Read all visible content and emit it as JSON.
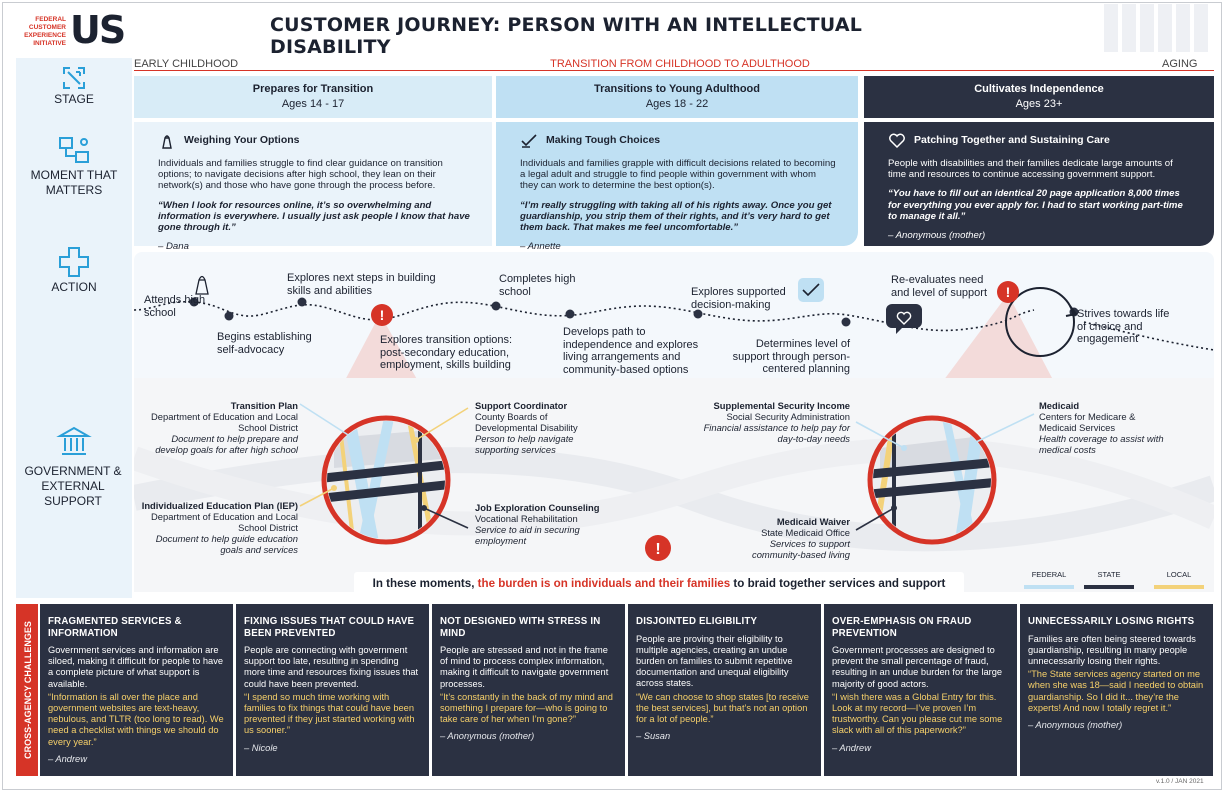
{
  "header": {
    "logo_small": "FEDERAL CUSTOMER EXPERIENCE INITIATIVE",
    "logo_big": "US",
    "title": "CUSTOMER JOURNEY: PERSON WITH AN INTELLECTUAL DISABILITY"
  },
  "rows": {
    "stage": "STAGE",
    "moment": "MOMENT THAT MATTERS",
    "action": "ACTION",
    "gov": "GOVERNMENT & EXTERNAL SUPPORT"
  },
  "axis": {
    "left": "EARLY CHILDHOOD",
    "middle": "TRANSITION FROM CHILDHOOD TO ADULTHOOD",
    "right": "AGING"
  },
  "stages": [
    {
      "title": "Prepares for Transition",
      "ages": "Ages 14 - 17"
    },
    {
      "title": "Transitions to Young Adulthood",
      "ages": "Ages 18 - 22"
    },
    {
      "title": "Cultivates Independence",
      "ages": "Ages 23+"
    }
  ],
  "moments": [
    {
      "heading": "Weighing Your Options",
      "body": "Individuals and families struggle to find clear guidance on transition options; to navigate decisions after high school, they lean on their network(s) and those who have gone through the process before.",
      "quote": "“When I look for resources online, it’s so overwhelming and information is everywhere. I usually just ask people I know that have gone through it.”",
      "author": "– Dana"
    },
    {
      "heading": "Making Tough Choices",
      "body": "Individuals and families grapple with difficult decisions related to becoming a legal adult and struggle to find people within government with whom they can work to determine the best option(s).",
      "quote": "“I’m really struggling with taking all of his rights away. Once you get guardianship, you strip them of their rights, and it’s very hard to get them back. That makes me feel uncomfortable.”",
      "author": "– Annette"
    },
    {
      "heading": "Patching Together and Sustaining Care",
      "body": "People with disabilities and their families dedicate large amounts of time and resources to continue accessing government support.",
      "quote": "“You have to fill out an identical 20 page application 8,000 times for everything you ever apply for. I had to start working part-time to manage it all.”",
      "author": "– Anonymous (mother)"
    }
  ],
  "actions": {
    "a1": "Attends high school",
    "a2": "Begins establishing self-advocacy",
    "a3": "Explores next steps in building skills and abilities",
    "a4": "Explores transition options: post-secondary education, employment, skills building",
    "a5": "Completes high school",
    "a6": "Develops path to independence and explores living arrangements and community-based options",
    "a7": "Explores supported decision-making",
    "a8": "Determines level of support through person-centered planning",
    "a9": "Re-evaluates need and level of support",
    "a10": "Strives towards life of choice and engagement"
  },
  "gov": {
    "g1": {
      "name": "Transition Plan",
      "org": "Department of Education and Local School District",
      "desc": "Document to help prepare and develop goals for after high school"
    },
    "g2": {
      "name": "Individualized Education Plan (IEP)",
      "org": "Department of Education and Local School District",
      "desc": "Document to help guide education goals and services"
    },
    "g3": {
      "name": "Support Coordinator",
      "org": "County Boards of Developmental Disability",
      "desc": "Person to help navigate supporting services"
    },
    "g4": {
      "name": "Job Exploration Counseling",
      "org": "Vocational Rehabilitation",
      "desc": "Service to aid in securing employment"
    },
    "g5": {
      "name": "Supplemental Security Income",
      "org": "Social Security Administration",
      "desc": "Financial assistance to help pay for day-to-day needs"
    },
    "g6": {
      "name": "Medicaid Waiver",
      "org": "State Medicaid Office",
      "desc": "Services to support community-based living"
    },
    "g7": {
      "name": "Medicaid",
      "org": "Centers for Medicare & Medicaid Services",
      "desc": "Health coverage to assist with medical costs"
    }
  },
  "legend": {
    "federal": "FEDERAL",
    "state": "STATE",
    "local": "LOCAL",
    "colors": {
      "federal": "#bfe0f3",
      "state": "#2b3142",
      "local": "#f3d27a"
    }
  },
  "burden": {
    "pre": "In these moments, ",
    "red": "the burden is on individuals and their families",
    "post": " to braid together services and support"
  },
  "challenges_label": "CROSS-AGENCY CHALLENGES",
  "challenges": [
    {
      "title": "FRAGMENTED SERVICES & INFORMATION",
      "body": "Government services and information are siloed, making it difficult for people to have a complete picture of what support is available.",
      "quote": "“Information is all over the place and government websites are text-heavy, nebulous, and TLTR (too long to read). We need a checklist with things we should do every year.”",
      "author": "– Andrew"
    },
    {
      "title": "FIXING ISSUES THAT COULD HAVE BEEN PREVENTED",
      "body": "People are connecting with government support too late, resulting in spending more time and resources fixing issues that could have been prevented.",
      "quote": "“I spend so much time working with families to fix things that could have been prevented if they just started working with us sooner.”",
      "author": "– Nicole"
    },
    {
      "title": "NOT DESIGNED WITH STRESS IN MIND",
      "body": "People are stressed and not in the frame of mind to process complex information, making it difficult to navigate government processes.",
      "quote": "“It’s constantly in the back of my mind and something I prepare for—who is going to take care of her when I’m gone?”",
      "author": "– Anonymous (mother)"
    },
    {
      "title": "DISJOINTED ELIGIBILITY",
      "body": "People are proving their eligibility to multiple agencies, creating an undue burden on families to submit repetitive documentation and unequal eligibility across states.",
      "quote": "“We can choose to shop states [to receive the best services], but that’s not an option for a lot of people.”",
      "author": "– Susan"
    },
    {
      "title": "OVER-EMPHASIS ON FRAUD PREVENTION",
      "body": "Government processes are designed to prevent the small percentage of fraud, resulting in an undue burden for the large majority of good actors.",
      "quote": "“I wish there was a Global Entry for this. Look at my record—I’ve proven I’m trustworthy. Can you please cut me some slack with all of this paperwork?”",
      "author": "– Andrew"
    },
    {
      "title": "UNNECESSARILY LOSING RIGHTS",
      "body": "Families are often being steered towards guardianship, resulting in many people unnecessarily losing their rights.",
      "quote": "“The State services agency started on me when she was 18—said I needed to obtain guardianship. So I did it... they’re the experts! And now I totally regret it.”",
      "author": "– Anonymous (mother)"
    }
  ],
  "version": "v.1.0 / JAN 2021"
}
